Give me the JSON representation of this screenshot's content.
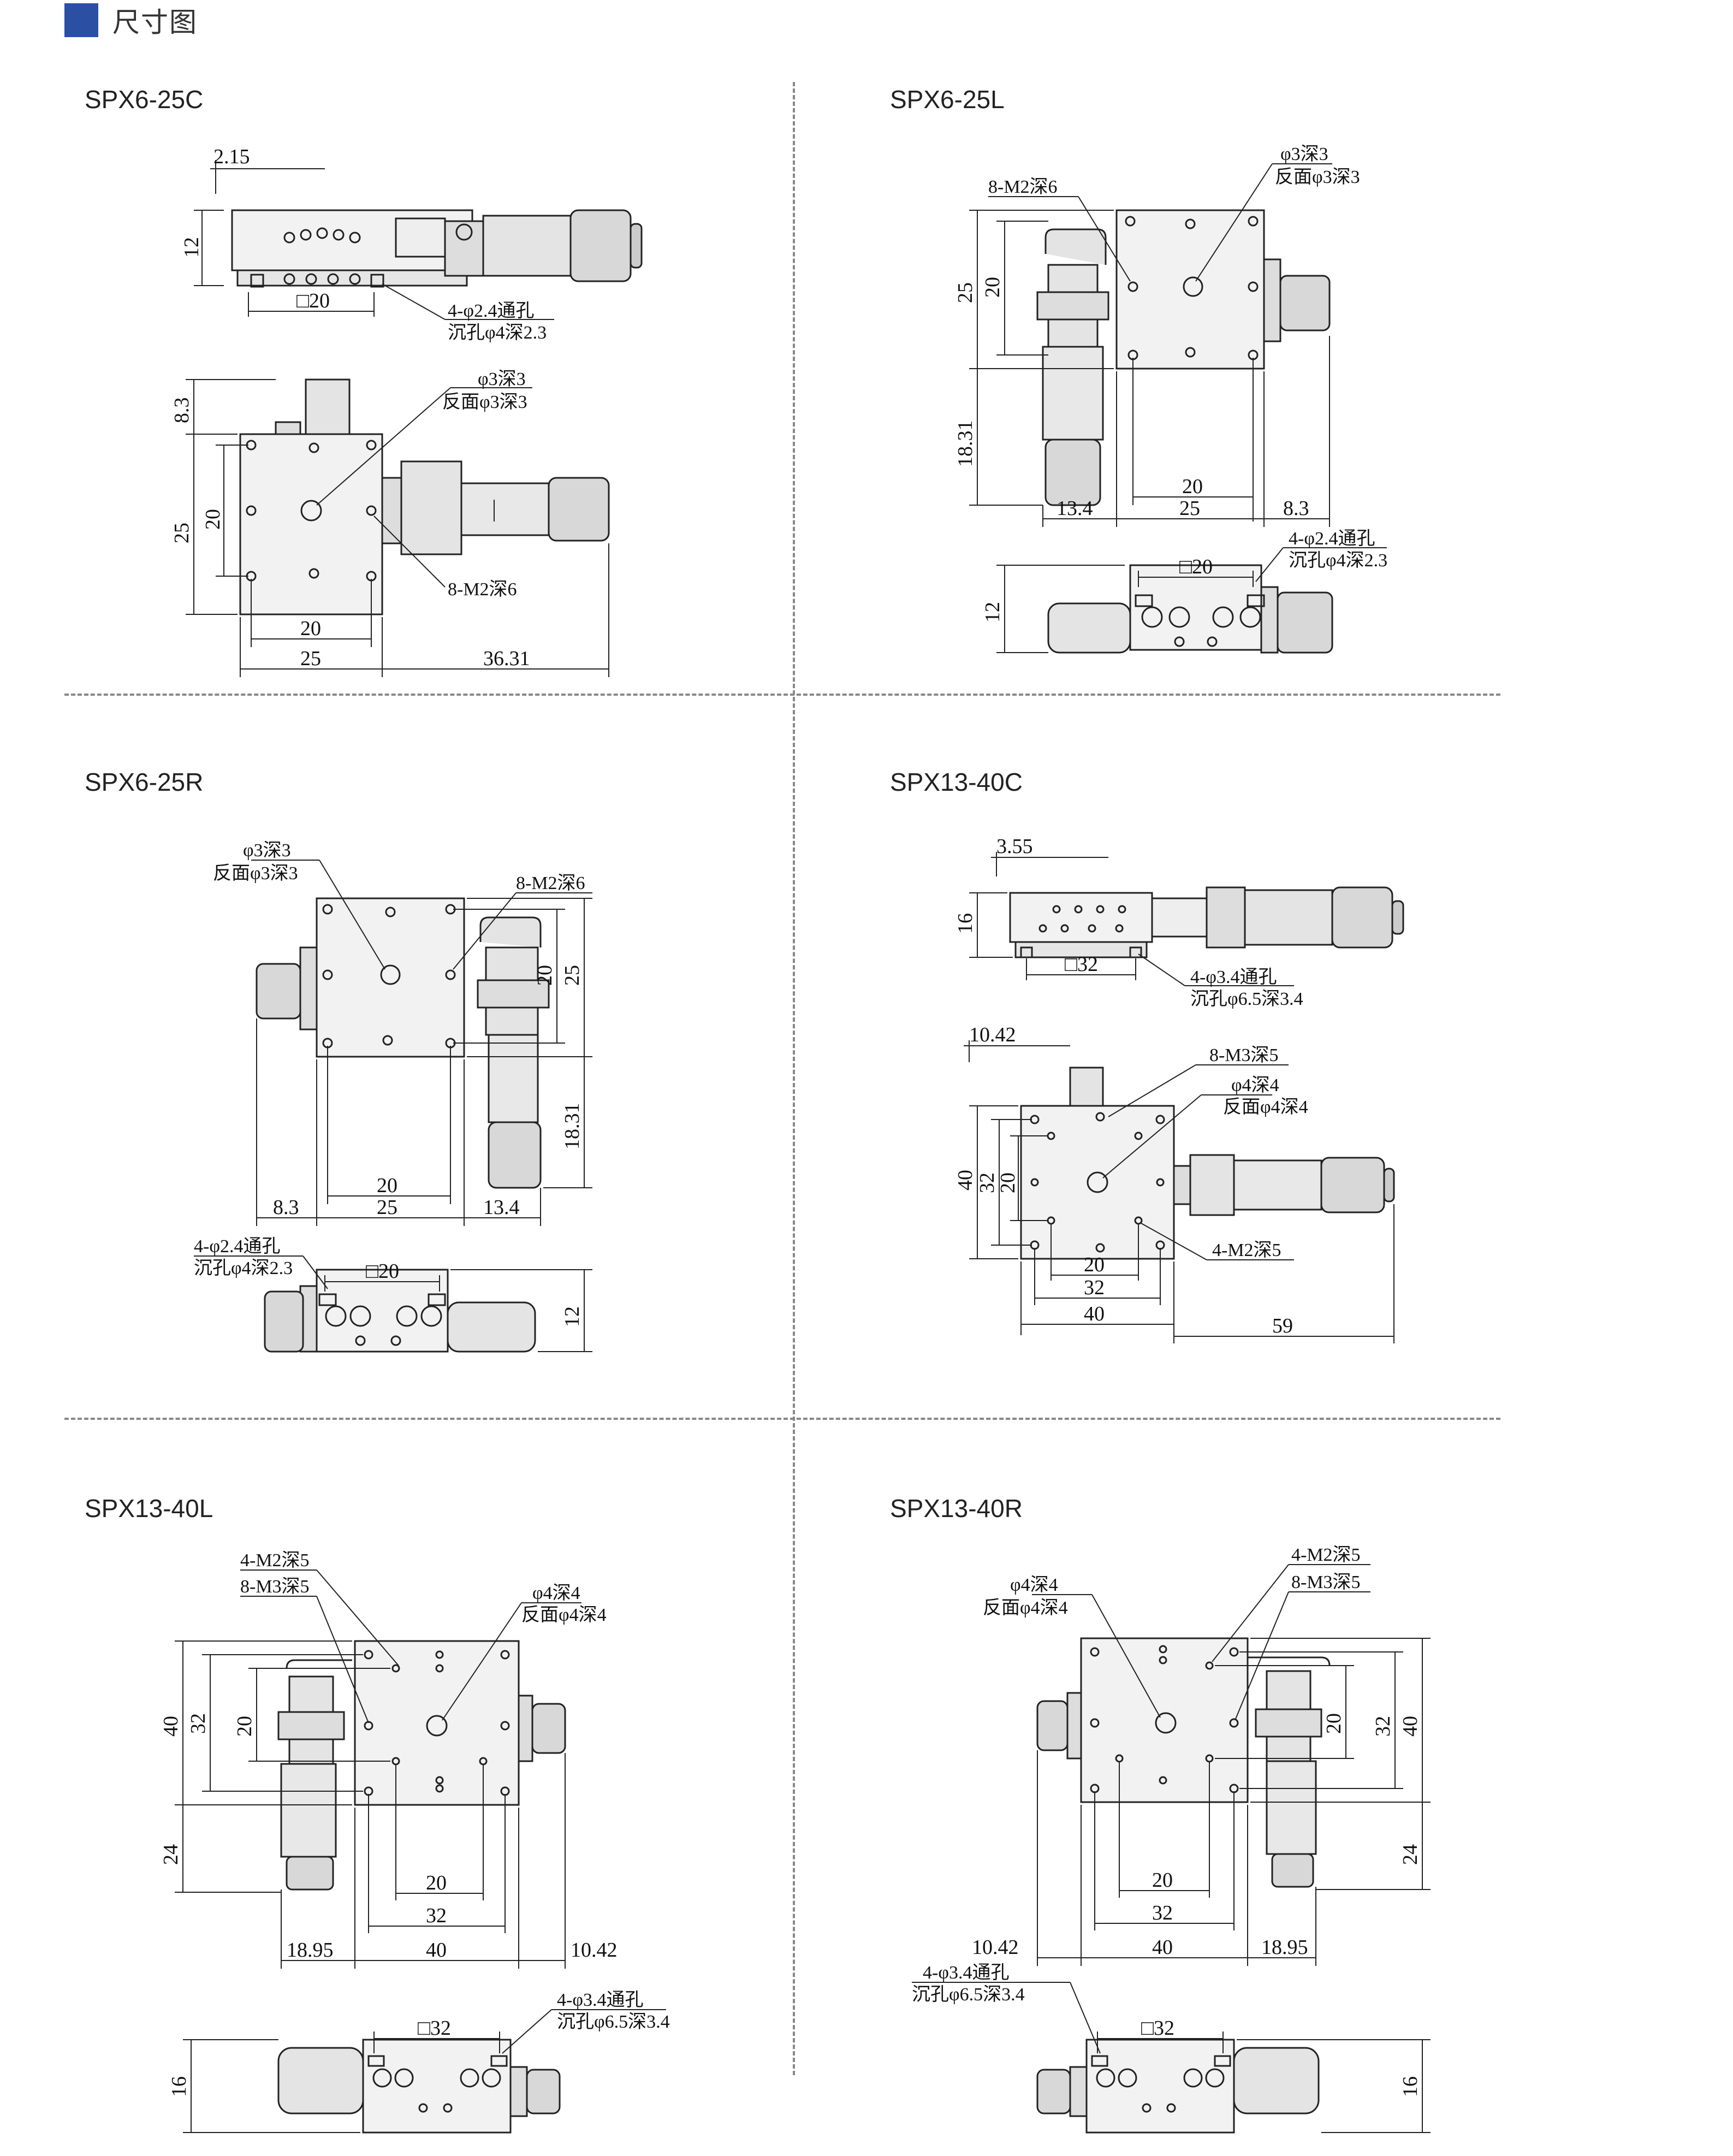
{
  "header": {
    "title": "尺寸图",
    "accent_color": "#2b4fa3"
  },
  "panels": [
    {
      "model": "SPX6-25C",
      "side_dims": [
        "2.15",
        "12",
        "□20"
      ],
      "side_notes": [
        "4-φ2.4通孔",
        "沉孔φ4深2.3"
      ],
      "top_notes": [
        "φ3深3",
        "反面φ3深3",
        "8-M2深6"
      ],
      "top_dims": [
        "8.3",
        "25",
        "20",
        "20",
        "25",
        "36.31"
      ]
    },
    {
      "model": "SPX6-25L",
      "top_notes": [
        "8-M2深6",
        "φ3深3",
        "反面φ3深3"
      ],
      "top_dims": [
        "25",
        "20",
        "18.31",
        "20",
        "13.4",
        "25",
        "8.3"
      ],
      "side_dims": [
        "□20",
        "12"
      ],
      "side_notes": [
        "4-φ2.4通孔",
        "沉孔φ4深2.3"
      ]
    },
    {
      "model": "SPX6-25R",
      "top_notes": [
        "φ3深3",
        "反面φ3深3",
        "8-M2深6"
      ],
      "top_dims": [
        "20",
        "25",
        "18.31",
        "20",
        "8.3",
        "25",
        "13.4"
      ],
      "side_dims": [
        "□20",
        "12"
      ],
      "side_notes": [
        "4-φ2.4通孔",
        "沉孔φ4深2.3"
      ]
    },
    {
      "model": "SPX13-40C",
      "side_dims": [
        "3.55",
        "16",
        "□32"
      ],
      "side_notes": [
        "4-φ3.4通孔",
        "沉孔φ6.5深3.4"
      ],
      "top_dims": [
        "10.42",
        "40",
        "32",
        "20",
        "20",
        "32",
        "40",
        "59"
      ],
      "top_notes": [
        "8-M3深5",
        "φ4深4",
        "反面φ4深4",
        "4-M2深5"
      ]
    },
    {
      "model": "SPX13-40L",
      "top_notes": [
        "4-M2深5",
        "8-M3深5",
        "φ4深4",
        "反面φ4深4"
      ],
      "top_dims": [
        "40",
        "32",
        "20",
        "24",
        "20",
        "32",
        "18.95",
        "40",
        "10.42"
      ],
      "side_dims": [
        "□32",
        "16"
      ],
      "side_notes": [
        "4-φ3.4通孔",
        "沉孔φ6.5深3.4"
      ]
    },
    {
      "model": "SPX13-40R",
      "top_notes": [
        "4-M2深5",
        "8-M3深5",
        "φ4深4",
        "反面φ4深4"
      ],
      "top_dims": [
        "20",
        "32",
        "40",
        "24",
        "20",
        "32",
        "10.42",
        "40",
        "18.95"
      ],
      "side_notes": [
        "4-φ3.4通孔",
        "沉孔φ6.5深3.4"
      ],
      "side_dims": [
        "□32",
        "16"
      ]
    }
  ]
}
